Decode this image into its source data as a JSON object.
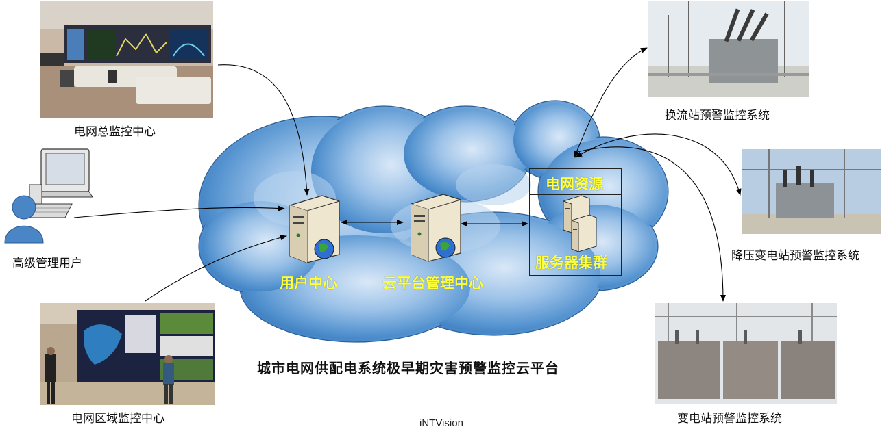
{
  "captions": {
    "grid_hq": "电网总监控中心",
    "senior_user": "高级管理用户",
    "regional": "电网区域监控中心",
    "converter": "换流站预警监控系统",
    "stepdown": "降压变电站预警监控系统",
    "substation": "变电站预警监控系统"
  },
  "nodes": {
    "user_center": "用户中心",
    "cloud_mgmt": "云平台管理中心",
    "grid_resource": "电网资源",
    "server_cluster": "服务器集群"
  },
  "title": "城市电网供配电系统极早期灾害预警监控云平台",
  "watermark": "iNTVision",
  "colors": {
    "cloud_light": "#dbe9f7",
    "cloud_dark": "#2f73b6",
    "label_yellow": "#ffff3a"
  }
}
